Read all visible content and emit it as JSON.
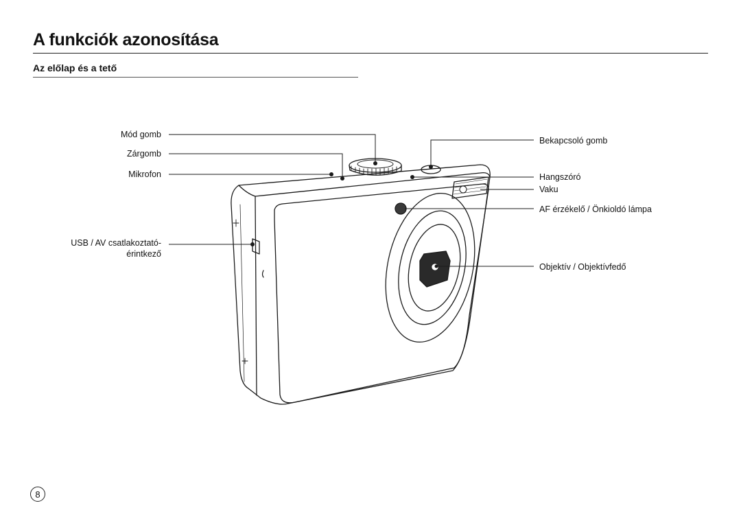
{
  "page": {
    "title": "A funkciók azonosítása",
    "subtitle": "Az előlap és a tető",
    "page_number": "8"
  },
  "labels": {
    "mode_button": "Mód gomb",
    "shutter_button": "Zárgomb",
    "microphone": "Mikrofon",
    "usb_av_line1": "USB  / AV csatlakoztató-",
    "usb_av_line2": "érintkező",
    "power_button": "Bekapcsoló gomb",
    "speaker": "Hangszóró",
    "flash": "Vaku",
    "af_sensor": "AF  érzékelő  / Önkioldó lámpa",
    "lens": "Objektív  / Objektívfedő"
  }
}
